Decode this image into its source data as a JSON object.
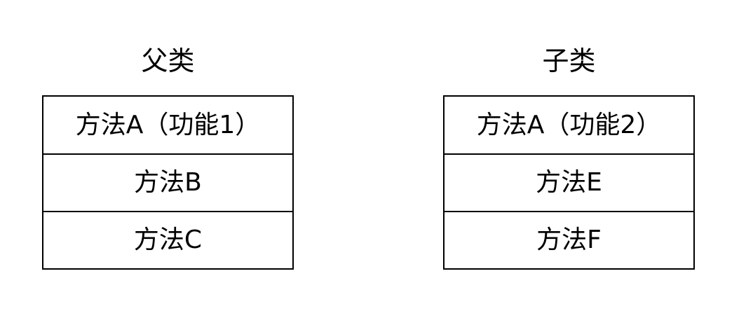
{
  "parent": {
    "title": "父类",
    "methods": [
      "方法A（功能1）",
      "方法B",
      "方法C"
    ]
  },
  "child": {
    "title": "子类",
    "methods": [
      "方法A（功能2）",
      "方法E",
      "方法F"
    ]
  }
}
